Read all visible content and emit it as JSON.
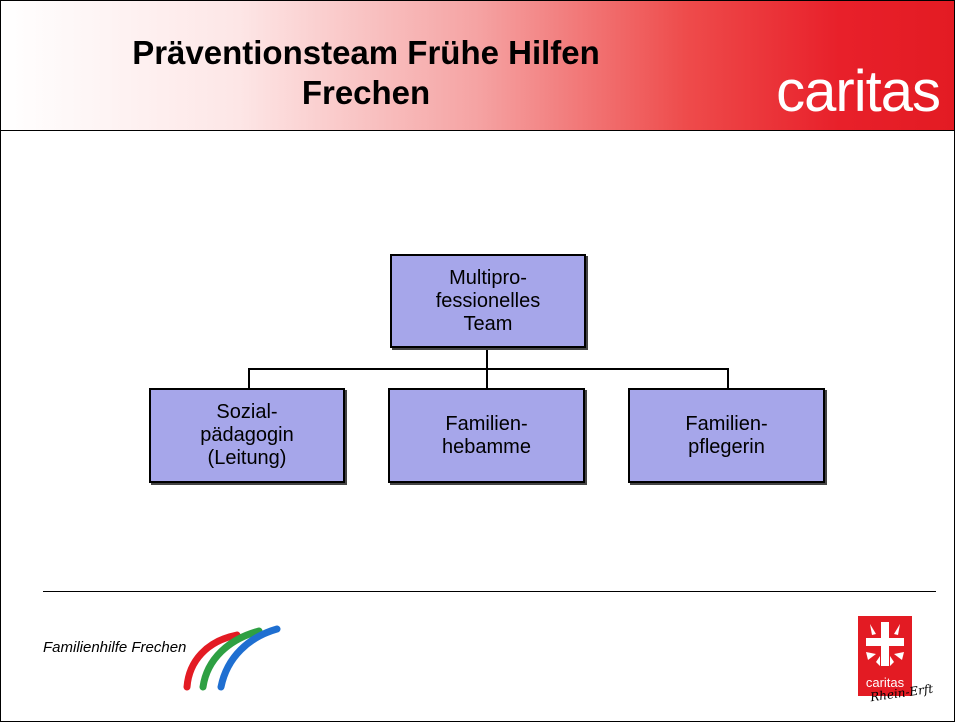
{
  "header": {
    "title_line1": "Präventionsteam Frühe Hilfen",
    "title_line2": "Frechen",
    "brand": "caritas",
    "colors": {
      "gradient_start": "#ffffff",
      "gradient_end": "#e31b23"
    }
  },
  "org_chart": {
    "root": {
      "label": "Multipro-\nfessionelles\nTeam"
    },
    "children": [
      {
        "label": "Sozial-\npädagogin\n(Leitung)"
      },
      {
        "label": "Familien-\nhebamme"
      },
      {
        "label": "Familien-\npflegerin"
      }
    ],
    "colors": {
      "box_fill": "#a6a6ea",
      "box_border": "#000000",
      "connector": "#000000"
    }
  },
  "footer": {
    "left_logo_text": "Familienhilfe Frechen",
    "left_logo_icon": "colored-swoosh-lines",
    "right_logo_word": "caritas",
    "right_logo_region": "Rhein-Erft",
    "right_logo_icon": "caritas-cross-flame",
    "colors": {
      "swoosh_red": "#e31b23",
      "swoosh_green": "#2ea043",
      "swoosh_blue": "#1f6fd1",
      "emblem_red": "#e31b23"
    }
  }
}
